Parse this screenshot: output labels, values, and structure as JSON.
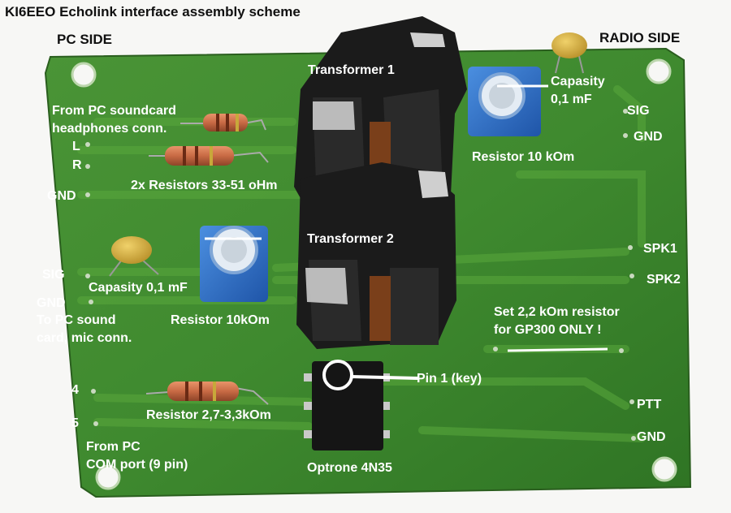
{
  "title": "KI6EEO Echolink interface assembly scheme",
  "pc_side": "PC SIDE",
  "radio_side": "RADIO SIDE",
  "labels": {
    "transformer1": "Transformer 1",
    "transformer2": "Transformer 2",
    "from_pc_soundcard_1": "From PC soundcard",
    "from_pc_soundcard_2": "headphones conn.",
    "L": "L",
    "R": "R",
    "gnd_left_top": "GND",
    "resistors_2x": "2x Resistors 33-51 oHm",
    "capasity_right_1": "Capasity",
    "capasity_right_2": "0,1 mF",
    "sig_right": "SIG",
    "gnd_right_top": "GND",
    "resistor_10kom_right": "Resistor 10 kOm",
    "sig_left": "SIG",
    "capasity_left": "Capasity 0,1 mF",
    "gnd_left_mid": "GND",
    "to_pc_sound_1": "To PC sound",
    "to_pc_sound_2": "card, mic conn.",
    "resistor_10kom_left": "Resistor 10kOm",
    "spk1": "SPK1",
    "spk2": "SPK2",
    "set_resistor_1": "Set 2,2 kOm resistor",
    "set_resistor_2": "for GP300 ONLY !",
    "pin1": "Pin 1 (key)",
    "num4": "4",
    "num5": "5",
    "resistor_27": "Resistor 2,7-3,3kOm",
    "ptt": "PTT",
    "gnd_right_bottom": "GND",
    "from_pc_com_1": "From PC",
    "from_pc_com_2": "COM port (9 pin)",
    "optrone": "Optrone 4N35"
  },
  "colors": {
    "board": "#3f8a2f",
    "trace": "#5aa83d",
    "label": "#ffffff",
    "title": "#101010"
  }
}
